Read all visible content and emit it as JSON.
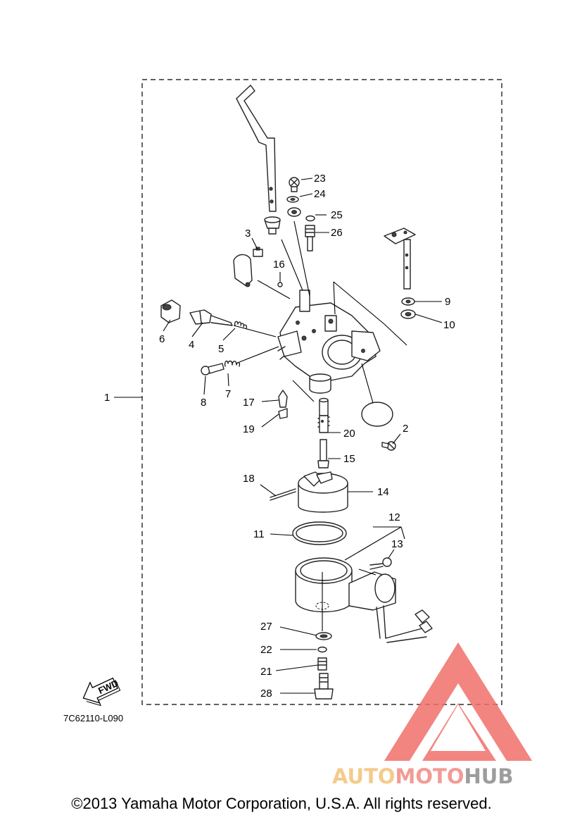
{
  "diagram": {
    "drawing_code": "7C62110-L090",
    "fwd_label": "FWD",
    "callouts": [
      {
        "id": "c1",
        "number": "1"
      },
      {
        "id": "c2",
        "number": "2"
      },
      {
        "id": "c3",
        "number": "3"
      },
      {
        "id": "c4",
        "number": "4"
      },
      {
        "id": "c5",
        "number": "5"
      },
      {
        "id": "c6",
        "number": "6"
      },
      {
        "id": "c7",
        "number": "7"
      },
      {
        "id": "c8",
        "number": "8"
      },
      {
        "id": "c9",
        "number": "9"
      },
      {
        "id": "c10",
        "number": "10"
      },
      {
        "id": "c11",
        "number": "11"
      },
      {
        "id": "c12",
        "number": "12"
      },
      {
        "id": "c13",
        "number": "13"
      },
      {
        "id": "c14",
        "number": "14"
      },
      {
        "id": "c15",
        "number": "15"
      },
      {
        "id": "c16",
        "number": "16"
      },
      {
        "id": "c17",
        "number": "17"
      },
      {
        "id": "c18",
        "number": "18"
      },
      {
        "id": "c19",
        "number": "19"
      },
      {
        "id": "c20",
        "number": "20"
      },
      {
        "id": "c21",
        "number": "21"
      },
      {
        "id": "c22",
        "number": "22"
      },
      {
        "id": "c23",
        "number": "23"
      },
      {
        "id": "c24",
        "number": "24"
      },
      {
        "id": "c25",
        "number": "25"
      },
      {
        "id": "c26",
        "number": "26"
      },
      {
        "id": "c27",
        "number": "27"
      },
      {
        "id": "c28",
        "number": "28"
      }
    ]
  },
  "watermark": {
    "word_auto": "AUTO",
    "word_moto": "MOTO",
    "word_hub": "HUB",
    "color_auto": "#f2c27a",
    "color_moto": "#f08a84",
    "color_hub": "#8c8c8c",
    "triangle_color": "#f0706a"
  },
  "footer": {
    "copyright": "©2013 Yamaha Motor Corporation, U.S.A. All rights reserved."
  }
}
